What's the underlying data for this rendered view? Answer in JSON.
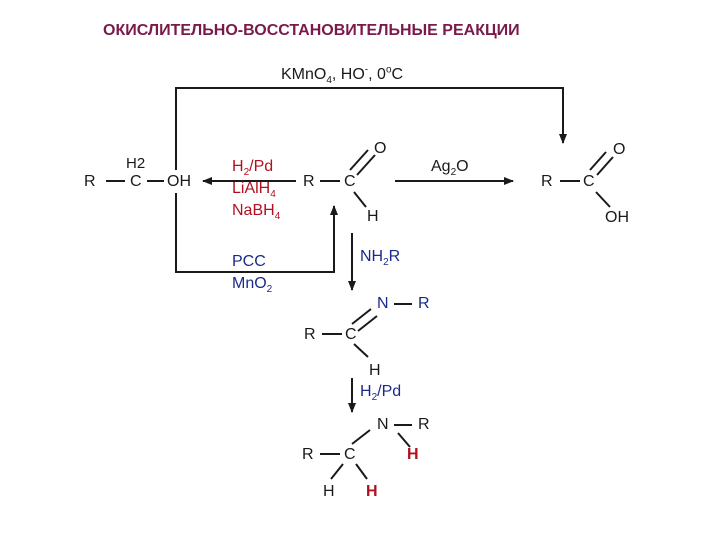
{
  "title": "ОКИСЛИТЕЛЬНО-ВОССТАНОВИТЕЛЬНЫЕ РЕАКЦИИ",
  "top_reagent": {
    "main": "KMnO",
    "sub4": "4",
    "mid": ", HO",
    "sup": "-",
    "rest": ", 0",
    "deg": "o",
    "end": "C"
  },
  "alcohol": {
    "r": "R",
    "h2": "H2",
    "c": "C",
    "oh": "OH"
  },
  "reduction_reagents": {
    "line1": "H2/Pd",
    "line2": "LiAlH",
    "line2_sub": "4",
    "line3": "NaBH",
    "line3_sub": "4"
  },
  "oxidation_reagents": {
    "line1": "PCC",
    "line2": "MnO",
    "line2_sub": "2"
  },
  "aldehyde": {
    "r": "R",
    "c": "C",
    "o": "O",
    "h": "H"
  },
  "silver_reagent": {
    "main": "Ag",
    "sub": "2",
    "end": "O"
  },
  "acid": {
    "r": "R",
    "c": "C",
    "o": "O",
    "oh": "OH"
  },
  "amine_reagent": {
    "main": "NH",
    "sub": "2",
    "end": "R"
  },
  "imine": {
    "n": "N",
    "r_n": "R",
    "r": "R",
    "c": "C",
    "h": "H"
  },
  "hydrogenation_reagent": {
    "main": "H",
    "sub": "2",
    "end": "/Pd"
  },
  "amine": {
    "n": "N",
    "r_n": "R",
    "h_n": "H",
    "r": "R",
    "c": "C",
    "h": "H",
    "h_new": "H"
  },
  "colors": {
    "title": "#7a1a4a",
    "reagent_red": "#b01020",
    "reagent_blue": "#1a2a8c",
    "lines": "#1a1a1a"
  }
}
